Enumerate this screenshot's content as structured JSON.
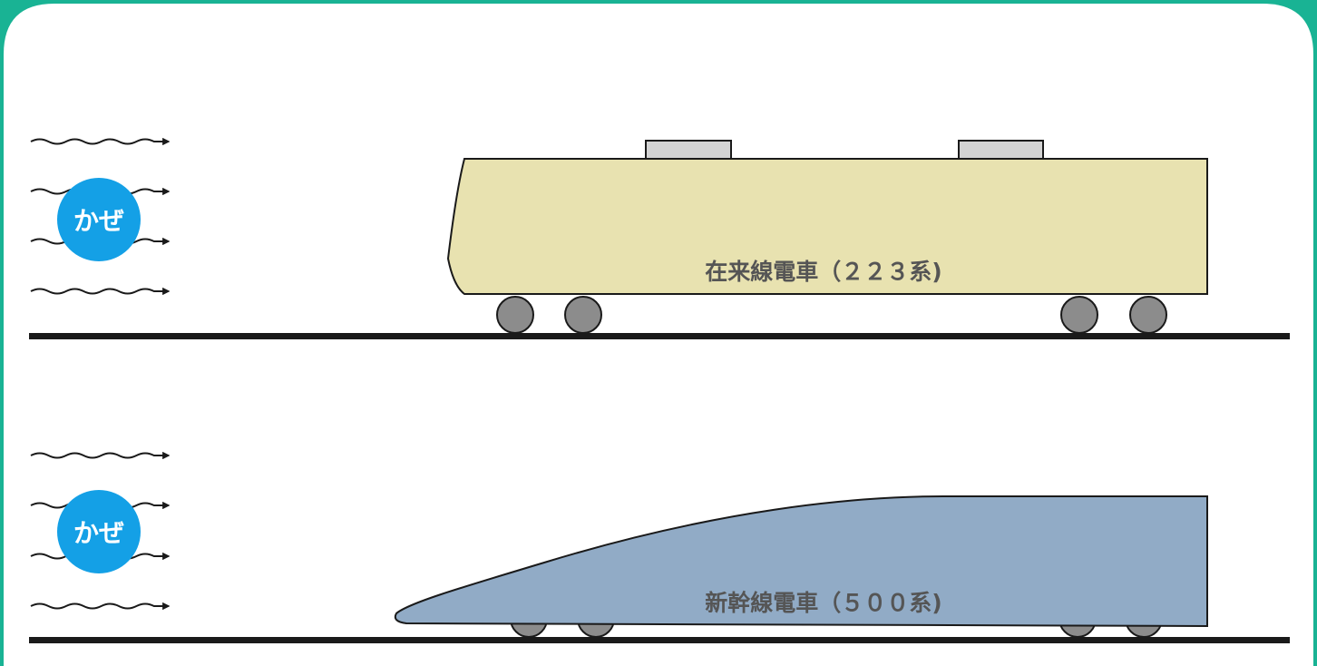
{
  "colors": {
    "frame": "#19b394",
    "background": "#ffffff",
    "ground": "#1a1a1a",
    "wind_badge": "#14a0e6",
    "wind_badge_text": "#ffffff",
    "wind_arrow": "#1a1a1a",
    "conventional_body": "#e8e2b0",
    "conventional_outline": "#1a1a1a",
    "pantograph": "#d3d3d3",
    "shinkansen_body": "#91abc6",
    "wheel": "#8c8c8c",
    "label_text": "#555555"
  },
  "panels": [
    {
      "wind_label": "かぜ",
      "train_label": "在来線電車（２２３系)",
      "train_kind": "conventional"
    },
    {
      "wind_label": "かぜ",
      "train_label": "新幹線電車（５００系)",
      "train_kind": "shinkansen"
    }
  ]
}
